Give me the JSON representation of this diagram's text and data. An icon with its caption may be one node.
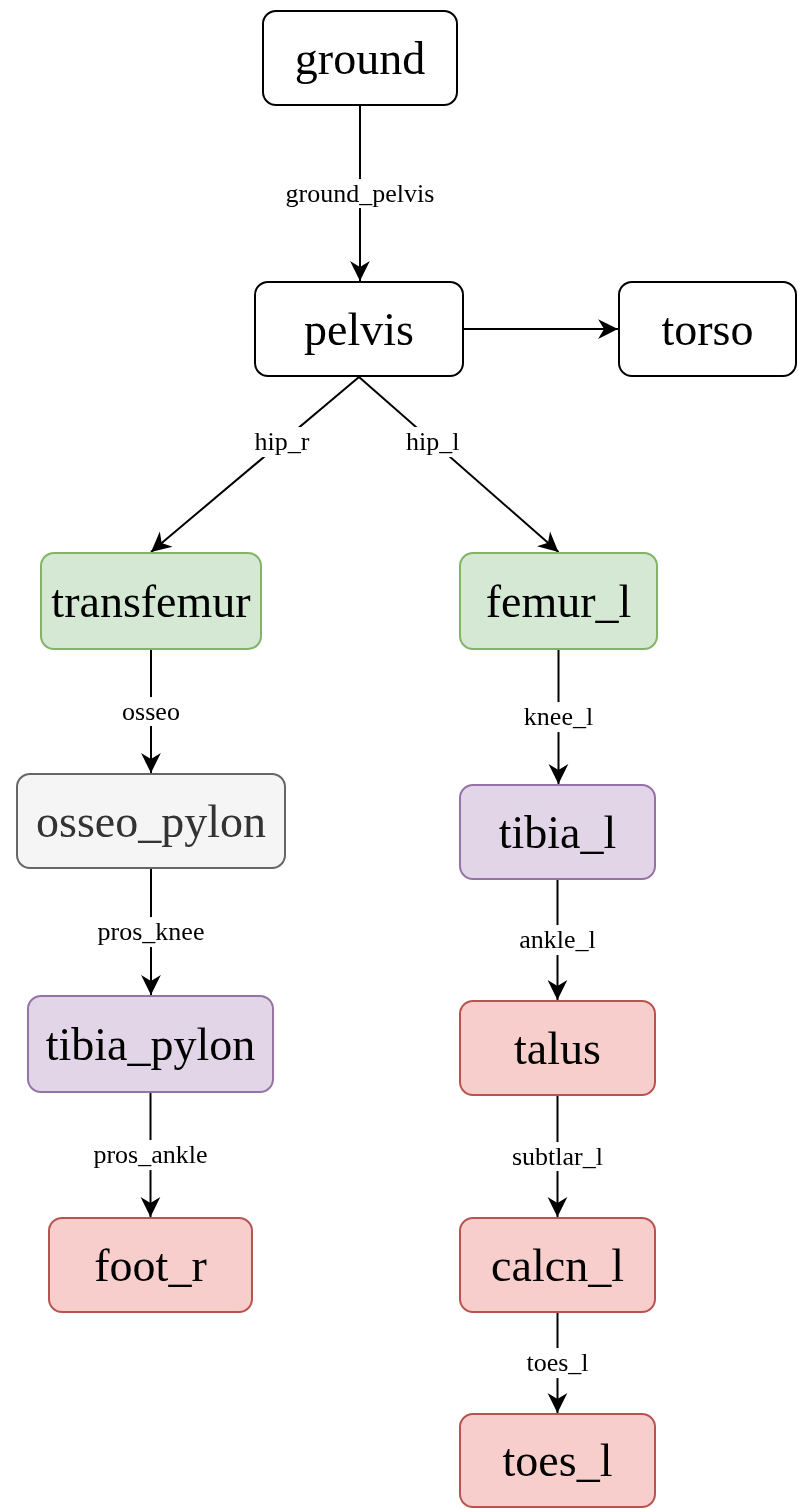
{
  "diagram": {
    "nodes": [
      {
        "text": [
          "ground"
        ]
      },
      {
        "text": [
          "pelvis"
        ]
      },
      {
        "text": [
          "torso"
        ]
      },
      {
        "text": [
          "transfemur"
        ]
      },
      {
        "text": [
          "femur_l"
        ]
      },
      {
        "text": [
          "osseo_pylon"
        ]
      },
      {
        "text": [
          "tibia_l"
        ]
      },
      {
        "text": [
          "tibia_pylon"
        ]
      },
      {
        "text": [
          "talus"
        ]
      },
      {
        "text": [
          "foot_r"
        ]
      },
      {
        "text": [
          "calcn_l"
        ]
      },
      {
        "text": [
          "toes_l"
        ]
      }
    ],
    "edges": [
      {
        "from": 0,
        "to": 1,
        "arrow": "to",
        "label": "ground_pelvis"
      },
      {
        "from": 1,
        "to": 2,
        "arrow": "to"
      },
      {
        "from": 1,
        "to": 3,
        "arrow": "to",
        "label": "hip_r"
      },
      {
        "from": 1,
        "to": 4,
        "arrow": "to",
        "label": "hip_l"
      },
      {
        "from": 3,
        "to": 5,
        "arrow": "to",
        "label": "osseo"
      },
      {
        "from": 5,
        "to": 7,
        "arrow": "to",
        "label": "pros_knee"
      },
      {
        "from": 7,
        "to": 9,
        "arrow": "to",
        "label": "pros_ankle"
      },
      {
        "from": 4,
        "to": 6,
        "arrow": "to",
        "label": "knee_l"
      },
      {
        "from": 6,
        "to": 8,
        "arrow": "to",
        "label": "ankle_l"
      },
      {
        "from": 8,
        "to": 10,
        "arrow": "to",
        "label": "subtlar_l"
      },
      {
        "from": 10,
        "to": 11,
        "arrow": "to",
        "label": "toes_l"
      }
    ]
  }
}
